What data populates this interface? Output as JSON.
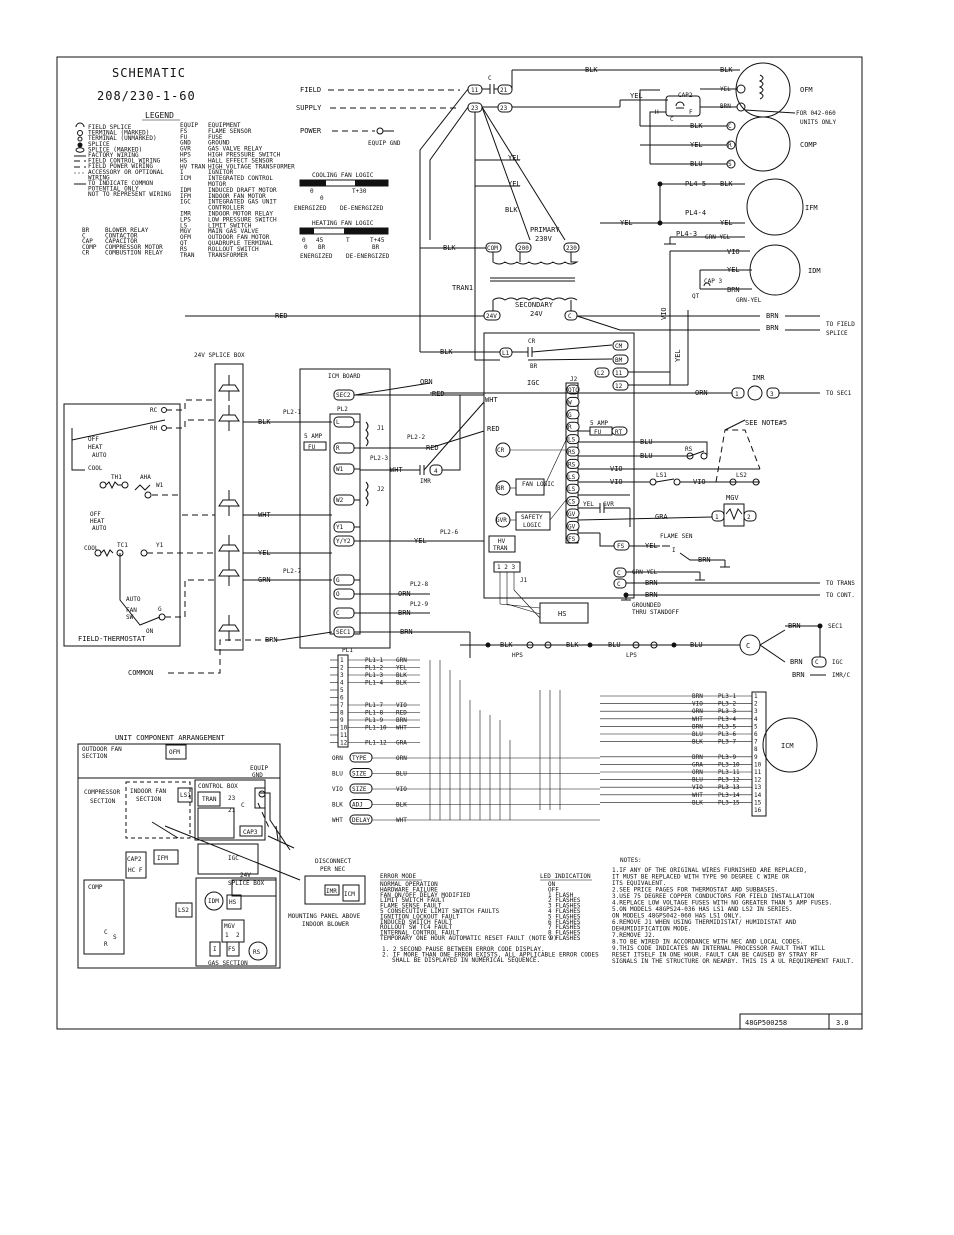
{
  "title": {
    "line1": "SCHEMATIC",
    "line2": "208/230-1-60"
  },
  "legend": {
    "heading": "LEGEND",
    "symbols": [
      "FIELD SPLICE",
      "TERMINAL (MARKED)",
      "TERMINAL (UNMARKED)",
      "SPLICE",
      "SPLICE (MARKED)",
      "FACTORY WIRING",
      "FIELD CONTROL WIRING",
      "FIELD POWER WIRING",
      "ACCESSORY OR OPTIONAL",
      "WIRING",
      "TO INDICATE COMMON",
      "POTENTIAL ONLY",
      "NOT TO REPRESENT WIRING"
    ],
    "abbrev_left": [
      [
        "BR",
        "BLOWER RELAY"
      ],
      [
        "C",
        "CONTACTOR"
      ],
      [
        "CAP",
        "CAPACITOR"
      ],
      [
        "COMP",
        "COMPRESSOR MOTOR"
      ],
      [
        "CR",
        "COMBUSTION RELAY"
      ]
    ],
    "abbrev_right": [
      [
        "EQUIP",
        "EQUIPMENT"
      ],
      [
        "FS",
        "FLAME SENSOR"
      ],
      [
        "FU",
        "FUSE"
      ],
      [
        "GND",
        "GROUND"
      ],
      [
        "GVR",
        "GAS VALVE RELAY"
      ],
      [
        "HPS",
        "HIGH PRESSURE SWITCH"
      ],
      [
        "HS",
        "HALL EFFECT SENSOR"
      ],
      [
        "HV TRAN",
        "HIGH VOLTAGE TRANSFORMER"
      ],
      [
        "I",
        "IGNITOR"
      ],
      [
        "ICM",
        "INTEGRATED CONTROL"
      ],
      [
        "",
        "MOTOR"
      ],
      [
        "IDM",
        "INDUCED DRAFT MOTOR"
      ],
      [
        "IFM",
        "INDOOR FAN MOTOR"
      ],
      [
        "IGC",
        "INTEGRATED GAS UNIT"
      ],
      [
        "",
        "CONTROLLER"
      ],
      [
        "IMR",
        "INDOOR MOTOR RELAY"
      ],
      [
        "LPS",
        "LOW PRESSURE SWITCH"
      ],
      [
        "LS",
        "LIMIT SWITCH"
      ],
      [
        "MGV",
        "MAIN GAS VALVE"
      ],
      [
        "OFM",
        "OUTDOOR FAN MOTOR"
      ],
      [
        "QT",
        "QUADRUPLE TERMINAL"
      ],
      [
        "RS",
        "ROLLOUT SWITCH"
      ],
      [
        "TRAN",
        "TRANSFORMER"
      ]
    ]
  },
  "fan_logic": {
    "cooling": {
      "title": "COOLING FAN LOGIC",
      "t0": "0",
      "t1": "T+30",
      "t2": "0",
      "left": "ENERGIZED",
      "right": "DE-ENERGIZED"
    },
    "heating": {
      "title": "HEATING FAN LOGIC",
      "t0": "0",
      "t1": "45",
      "t2": "T",
      "t3": "T+45",
      "b0": "0",
      "b1": "BR",
      "b2": "BR",
      "left": "ENERGIZED",
      "right": "DE-ENERGIZED"
    }
  },
  "supply": {
    "field": "FIELD",
    "supply": "SUPPLY",
    "power": "POWER",
    "equip_gnd": "EQUIP GND"
  },
  "components": {
    "ofm": "OFM",
    "comp": "COMP",
    "ifm": "IFM",
    "idm": "IDM",
    "icm": "ICM",
    "imr": "IMR",
    "mgv": "MGV",
    "hs": "HS",
    "hps": "HPS",
    "lps": "LPS",
    "cap2": "CAP2",
    "cap3": "CAP 3",
    "for_units": "FOR 042-060",
    "units_only": "UNITS ONLY",
    "tran1": "TRAN1",
    "primary": "PRIMARY",
    "primary_v": "230V",
    "secondary": "SECONDARY",
    "secondary_v": "24V",
    "com": "COM",
    "v200": "200",
    "v230": "230",
    "v24": "24V",
    "c": "C",
    "cr": "CR",
    "br": "BR",
    "cm": "CM",
    "bm": "BM",
    "l2": "L2",
    "l1": "L1",
    "igc": "IGC",
    "j2": "J2",
    "j1": "J1",
    "five_amp": "5 AMP",
    "fu": "FU",
    "fan_logic": "FAN LOGIC",
    "safety": "SAFETY",
    "logic": "LOGIC",
    "hv": "HV",
    "tran": "TRAN",
    "gvr": "GVR",
    "ls1": "LS1",
    "ls2": "LS2",
    "rs": "RS",
    "flame_sen": "FLAME SEN",
    "grounded": "GROUNDED",
    "thru_standoff": "THRU STANDOFF",
    "see_note5": "SEE NOTE#5",
    "to_field": "TO FIELD",
    "splice": "SPLICE",
    "to_sec1": "TO SEC1",
    "to_trans": "TO TRANS",
    "to_cont": "TO CONT.",
    "sec1": "SEC1",
    "igc_r": "IGC",
    "imr_c": "IMR/C",
    "splice_box": "24V SPLICE BOX",
    "icm_board": "ICM BOARD",
    "pl2": "PL2",
    "pl1": "PL1",
    "sec2": "SEC2",
    "j1b": "J1",
    "j2b": "J2",
    "imr_lbl": "IMR",
    "sec1b": "SEC1",
    "thermostat": "FIELD-THERMOSTAT",
    "common": "COMMON",
    "tc1": "TC1",
    "th1": "TH1",
    "aha": "AHA",
    "off": "OFF",
    "heat": "HEAT",
    "auto": "AUTO",
    "cool": "COOL",
    "fan_sw": "FAN",
    "sw": "SW",
    "on": "ON"
  },
  "icm_terminals": [
    "SEC2",
    "L",
    "R",
    "W1",
    "W2",
    "Y1",
    "Y/Y2",
    "G",
    "O",
    "C",
    "SEC1"
  ],
  "pl1_pins": [
    "1",
    "2",
    "3",
    "4",
    "5",
    "6",
    "7",
    "8",
    "9",
    "10",
    "11",
    "12"
  ],
  "pl1_labels": [
    "PL1-1",
    "PL1-2",
    "PL1-3",
    "PL1-4",
    "PL1-7",
    "PL1-8",
    "PL1-9",
    "PL1-10",
    "PL1-12"
  ],
  "pl1_wires": [
    "GRN",
    "YEL",
    "BLK",
    "BLK",
    "VIO",
    "RED",
    "BRN",
    "WHT",
    "GRA"
  ],
  "dip_rows": [
    {
      "wire_in": "ORN",
      "tag": "TYPE",
      "wire_out": "ORN"
    },
    {
      "wire_in": "BLU",
      "tag": "SIZE",
      "wire_out": "BLU"
    },
    {
      "wire_in": "VIO",
      "tag": "SIZE",
      "wire_out": "VIO"
    },
    {
      "wire_in": "BLK",
      "tag": "ADJ",
      "wire_out": "BLK"
    },
    {
      "wire_in": "WHT",
      "tag": "DELAY",
      "wire_out": "WHT"
    }
  ],
  "icm_right_pins": [
    "1",
    "2",
    "3",
    "4",
    "5",
    "6",
    "7",
    "8",
    "9",
    "10",
    "11",
    "12",
    "13",
    "14",
    "15",
    "16"
  ],
  "icm_right_wires": [
    "BRN",
    "VIO",
    "ORN",
    "WHT",
    "BRN",
    "BLU",
    "BLK",
    "",
    "BRN",
    "GRA",
    "ORN",
    "BLU",
    "VIO",
    "WHT",
    "BLK",
    ""
  ],
  "icm_right_labels": [
    "PL3-1",
    "PL3-2",
    "PL3-3",
    "PL3-4",
    "PL3-5",
    "PL3-6",
    "PL3-7",
    "",
    "PL3-9",
    "PL3-10",
    "PL3-11",
    "PL3-12",
    "PL3-13",
    "PL3-14",
    "PL3-15",
    ""
  ],
  "igc_terminals": [
    "OTQ",
    "W",
    "G",
    "R",
    "LS",
    "RS",
    "RS",
    "LS",
    "LS",
    "CS",
    "GV",
    "GV",
    "FS"
  ],
  "wires": {
    "blk": "BLK",
    "yel": "YEL",
    "brn": "BRN",
    "red": "RED",
    "grn": "GRN",
    "wht": "WHT",
    "orn": "ORN",
    "blu": "BLU",
    "vio": "VIO",
    "gra": "GRA",
    "grn_yel": "GRN-YEL",
    "pl4_5": "PL4-5",
    "pl4_4": "PL4-4",
    "pl4_3": "PL4-3",
    "pl2_1": "PL2-1",
    "pl2_2": "PL2-2",
    "pl2_3": "PL2-3",
    "pl2_6": "PL2-6",
    "pl2_7": "PL2-7",
    "pl2_8": "PL2-8",
    "pl2_9": "PL2-9",
    "qt": "QT",
    "h": "H",
    "f": "F"
  },
  "arrangement": {
    "title": "UNIT COMPONENT ARRANGEMENT",
    "outdoor_fan": "OUTDOOR FAN",
    "section": "SECTION",
    "compressor": "COMPRESSOR",
    "indoor_fan": "INDOOR FAN",
    "control_box": "CONTROL BOX",
    "tran": "TRAN",
    "n23": "23",
    "n21": "21",
    "c": "C",
    "equip": "EQUIP",
    "gnd": "GND",
    "cap3": "CAP3",
    "igc": "IGC",
    "cap2": "CAP2",
    "hcf": "HC F",
    "ifm": "IFM",
    "comp": "COMP",
    "c2": "C",
    "s": "S",
    "r": "R",
    "splice_box": "24V",
    "splice_box2": "SPLICE BOX",
    "idm": "IDM",
    "hs": "HS",
    "ls2": "LS2",
    "mgv": "MGV",
    "n1": "1",
    "n2": "2",
    "i": "I",
    "fs": "FS",
    "rs": "RS",
    "gas_section": "GAS SECTION",
    "ofm": "OFM",
    "ls1": "LS1",
    "disconnect": "DISCONNECT",
    "per_nec": "PER NEC",
    "imr": "IMR",
    "icm": "ICM",
    "mounting": "MOUNTING PANEL ABOVE",
    "indoor_blower": "INDOOR BLOWER"
  },
  "error_table": {
    "col1": "ERROR MODE",
    "col2": "LED INDICATION",
    "rows": [
      [
        "NORMAL OPERATION",
        "ON"
      ],
      [
        "HARDWARE FAILURE",
        "OFF"
      ],
      [
        "FAN ON/OFF DELAY MODIFIED",
        "1 FLASH"
      ],
      [
        "LIMIT SWITCH FAULT",
        "2 FLASHES"
      ],
      [
        "FLAME SENSE FAULT",
        "3 FLASHES"
      ],
      [
        "5 CONSECUTIVE LIMIT SWITCH FAULTS",
        "4 FLASHES"
      ],
      [
        "IGNITION LOCKOUT FAULT",
        "5 FLASHES"
      ],
      [
        "INDUCED SWITCH FAULT",
        "6 FLASHES"
      ],
      [
        "ROLLOUT SW TC4 FAULT",
        "7 FLASHES"
      ],
      [
        "INTERNAL CONTROL FAULT",
        "8 FLASHES"
      ],
      [
        "TEMPORARY ONE HOUR AUTOMATIC RESET FAULT (NOTE 9)",
        "9 FLASHES"
      ]
    ],
    "footnotes": [
      "1. 2 SECOND PAUSE BETWEEN ERROR CODE DISPLAY.",
      "2. IF MORE THAN ONE ERROR EXISTS, ALL APPLICABLE ERROR CODES",
      "SHALL BE DISPLAYED IN NUMERICAL SEQUENCE."
    ]
  },
  "notes": {
    "heading": "NOTES:",
    "lines": [
      "1.IF ANY OF THE ORIGINAL WIRES FURNISHED ARE REPLACED,",
      "  IT MUST BE REPLACED WITH TYPE 90 DEGREE C WIRE OR",
      "  ITS EQUIVALENT.",
      "2.SEE PRICE PAGES FOR THERMOSTAT AND SUBBASES.",
      "3.USE 75 DEGREE COPPER CONDUCTORS FOR FIELD INSTALLATION",
      "4.REPLACE LOW VOLTAGE FUSES WITH NO GREATER THAN 5 AMP FUSES.",
      "5.ON MODELS 48GPS24-036 HAS LS1 AND LS2 IN SERIES.",
      "  ON MODELS 48GPS042-060 HAS LS1 ONLY.",
      "6.REMOVE J1 WHEN USING THERMIDISTAT/ HUMIDISTAT AND",
      "  DEHUMIDIFICATION MODE.",
      "7.REMOVE J2.",
      "8.TO BE WIRED IN ACCORDANCE WITH NEC AND LOCAL CODES.",
      "9.THIS CODE INDICATES AN INTERNAL PROCESSOR FAULT THAT WILL",
      "  RESET ITSELF IN ONE HOUR. FAULT CAN BE CAUSED BY STRAY RF",
      "  SIGNALS IN THE STRUCTURE OR NEARBY. THIS IS A UL REQUIREMENT FAULT."
    ]
  },
  "drawing_number": "48GP500258",
  "revision": "3.0"
}
